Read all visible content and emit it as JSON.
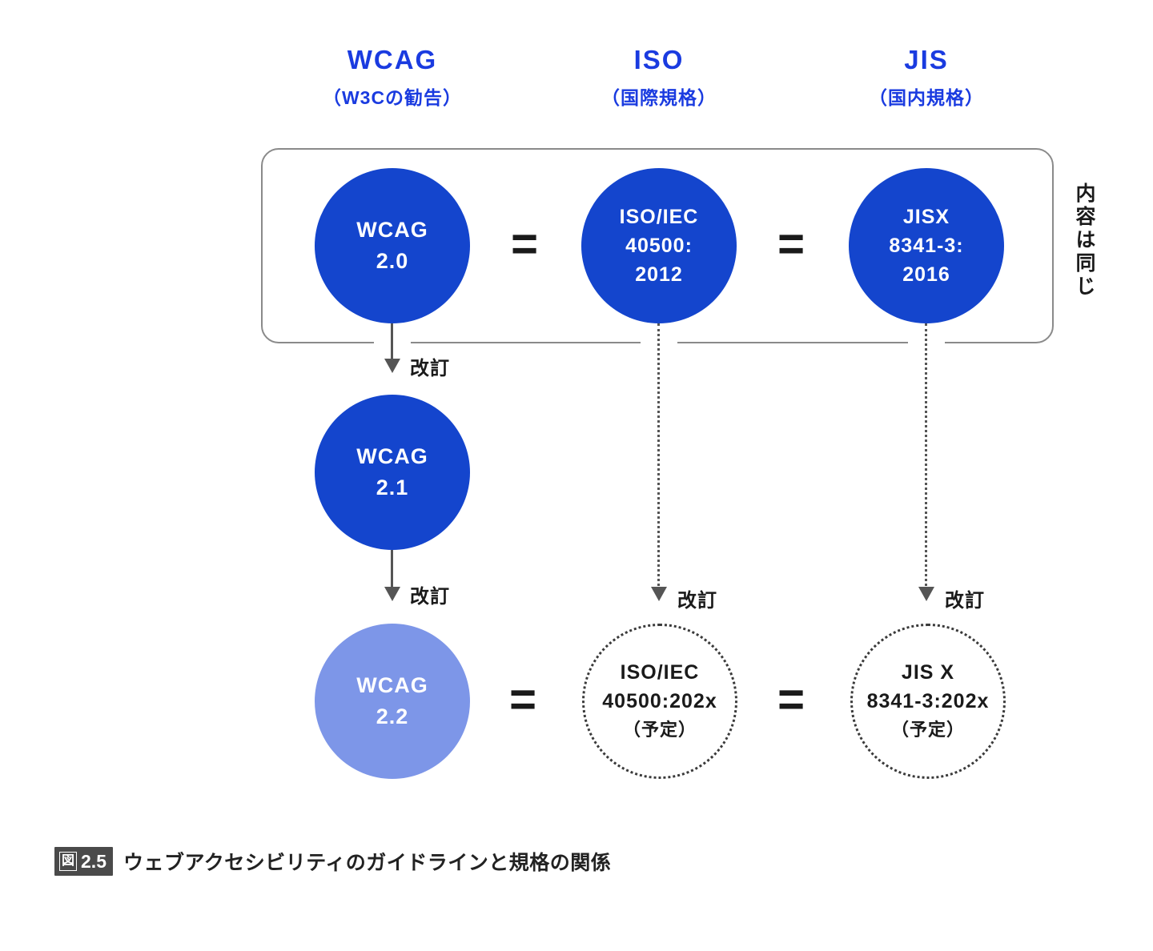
{
  "colors": {
    "header-blue": "#1a3be0",
    "circle-blue": "#1445cd",
    "circle-light-blue": "#7d96e8",
    "arrow-gray": "#555555",
    "box-border-gray": "#8a8a8a",
    "text-black": "#1a1a1a",
    "badge-bg": "#4a4a4a"
  },
  "columns": [
    {
      "title": "WCAG",
      "subtitle": "（W3Cの勧告）"
    },
    {
      "title": "ISO",
      "subtitle": "（国際規格）"
    },
    {
      "title": "JIS",
      "subtitle": "（国内規格）"
    }
  ],
  "same_label": "内容は同じ",
  "equals_sign": "=",
  "revision_label": "改訂",
  "nodes": {
    "wcag20": {
      "lines": [
        "WCAG",
        "2.0"
      ]
    },
    "iso2012": {
      "lines": [
        "ISO/IEC",
        "40500:",
        "2012"
      ]
    },
    "jis2016": {
      "lines": [
        "JISX",
        "8341-3:",
        "2016"
      ]
    },
    "wcag21": {
      "lines": [
        "WCAG",
        "2.1"
      ]
    },
    "wcag22": {
      "lines": [
        "WCAG",
        "2.2"
      ]
    },
    "iso202x": {
      "lines": [
        "ISO/IEC",
        "40500:202x",
        "（予定）"
      ]
    },
    "jis202x": {
      "lines": [
        "JIS X",
        "8341-3:202x",
        "（予定）"
      ]
    }
  },
  "caption": {
    "badge_zu": "図",
    "badge_num": "2.5",
    "text": "ウェブアクセシビリティのガイドラインと規格の関係"
  }
}
